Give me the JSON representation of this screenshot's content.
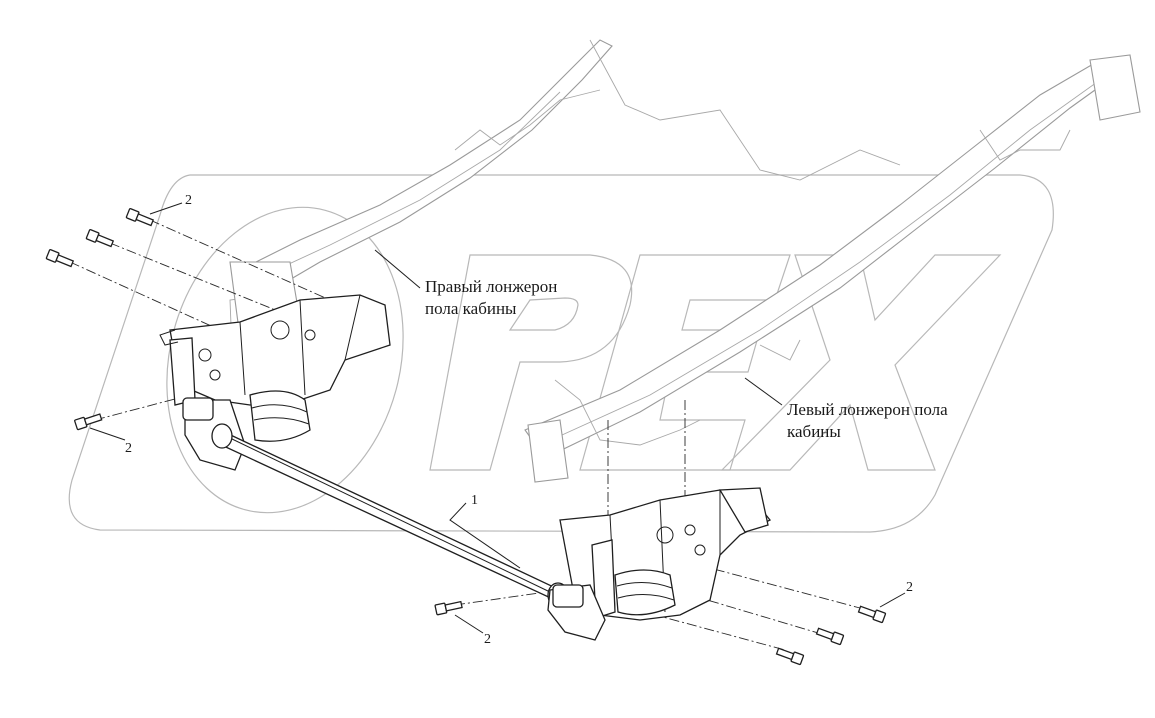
{
  "labels": {
    "right_member": [
      "Правый лонжерон",
      "пола кабины"
    ],
    "left_member": [
      "Левый лонжерон пола",
      "кабины"
    ]
  },
  "callouts": {
    "stabilizer_bar": "1",
    "bolt": "2"
  },
  "watermark": {
    "text": "PEX"
  },
  "colors": {
    "line": "#1f1f1f",
    "frame": "#9a9a9a",
    "watermark": "#b8b8b8",
    "background": "#ffffff"
  }
}
